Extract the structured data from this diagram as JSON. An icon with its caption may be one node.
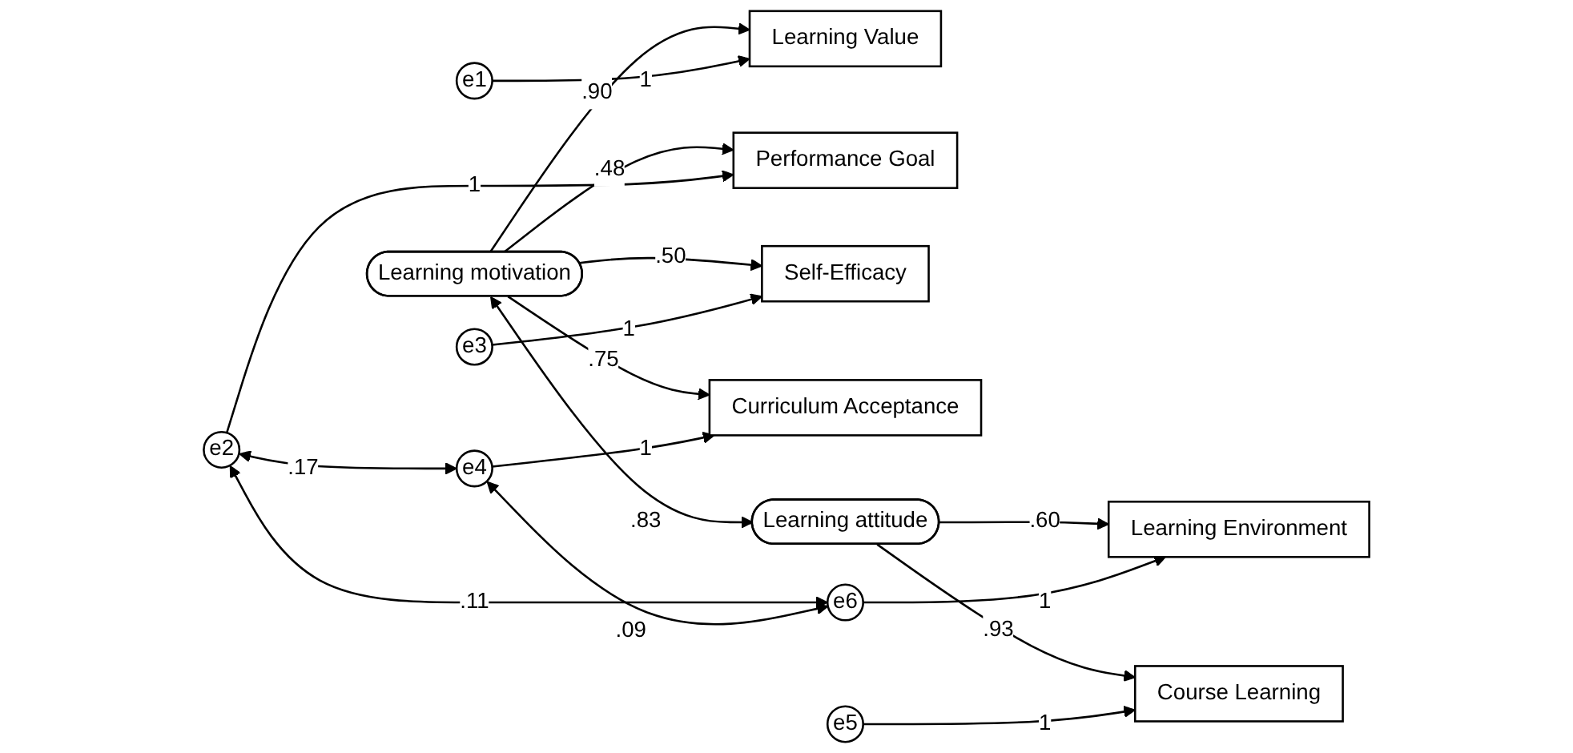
{
  "diagram": {
    "nodes": [
      {
        "text": [
          "Learning motivation"
        ]
      },
      {
        "text": [
          "Learning attitude"
        ]
      },
      {
        "text": [
          "Learning Value"
        ]
      },
      {
        "text": [
          "Performance Goal"
        ]
      },
      {
        "text": [
          "Self-Efficacy"
        ]
      },
      {
        "text": [
          "Curriculum Acceptance"
        ]
      },
      {
        "text": [
          "Course Learning"
        ]
      },
      {
        "text": [
          "Learning Environment"
        ]
      },
      {
        "text": [
          "e1"
        ]
      },
      {
        "text": [
          "e2"
        ]
      },
      {
        "text": [
          "e3"
        ]
      },
      {
        "text": [
          "e4"
        ]
      },
      {
        "text": [
          "e5"
        ]
      },
      {
        "text": [
          "e6"
        ]
      }
    ],
    "edges": [
      {
        "from": 0,
        "to": 2,
        "arrow": "to",
        "label": ".90"
      },
      {
        "from": 0,
        "to": 3,
        "arrow": "to",
        "label": ".48"
      },
      {
        "from": 0,
        "to": 4,
        "arrow": "to",
        "label": ".50"
      },
      {
        "from": 0,
        "to": 5,
        "arrow": "to",
        "label": ".75"
      },
      {
        "from": 0,
        "to": 1,
        "arrow": "both",
        "label": ".83"
      },
      {
        "from": 1,
        "to": 6,
        "arrow": "to",
        "label": ".93"
      },
      {
        "from": 1,
        "to": 7,
        "arrow": "to",
        "label": ".60"
      },
      {
        "from": 8,
        "to": 2,
        "arrow": "to",
        "label": "1"
      },
      {
        "from": 9,
        "to": 3,
        "arrow": "to",
        "label": "1"
      },
      {
        "from": 10,
        "to": 4,
        "arrow": "to",
        "label": "1"
      },
      {
        "from": 11,
        "to": 5,
        "arrow": "to",
        "label": "1"
      },
      {
        "from": 12,
        "to": 6,
        "arrow": "to",
        "label": "1"
      },
      {
        "from": 13,
        "to": 7,
        "arrow": "to",
        "label": "1"
      },
      {
        "from": 9,
        "to": 11,
        "arrow": "both",
        "label": ".17"
      },
      {
        "from": 9,
        "to": 13,
        "arrow": "both",
        "label": ".11"
      },
      {
        "from": 11,
        "to": 13,
        "arrow": "both",
        "label": ".09"
      }
    ]
  }
}
